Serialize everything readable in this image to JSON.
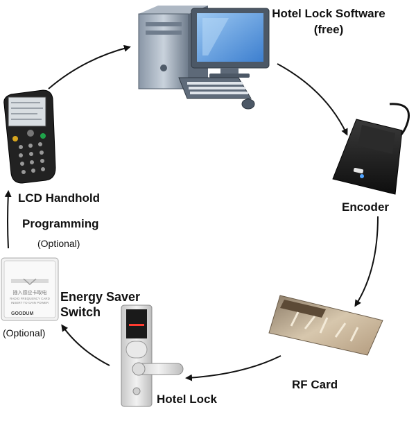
{
  "nodes": {
    "software": {
      "title_line1": "Hotel Lock Software",
      "title_line2": "(free)"
    },
    "encoder": {
      "title": "Encoder"
    },
    "rf_card": {
      "title": "RF Card"
    },
    "hotel_lock": {
      "title": "Hotel Lock"
    },
    "energy_switch": {
      "title_line1": "Energy Saver",
      "title_line2": "Switch",
      "note": "(Optional)",
      "device_text_line1": "插入感应卡取电",
      "device_text_line2": "RADIO FREQUENCY CARD",
      "device_text_line3": "INSERT TO GAIN POWER",
      "brand": "GOODUM"
    },
    "lcd_handhold": {
      "title_line1": "LCD Handhold",
      "title_line2": "Programming",
      "note": "(Optional)"
    }
  },
  "colors": {
    "arrow": "#111111",
    "monitor_frame": "#5a6878",
    "monitor_screen": "#6aa8e6",
    "encoder_body": "#1e1e1e",
    "card": "#bfa98a"
  }
}
